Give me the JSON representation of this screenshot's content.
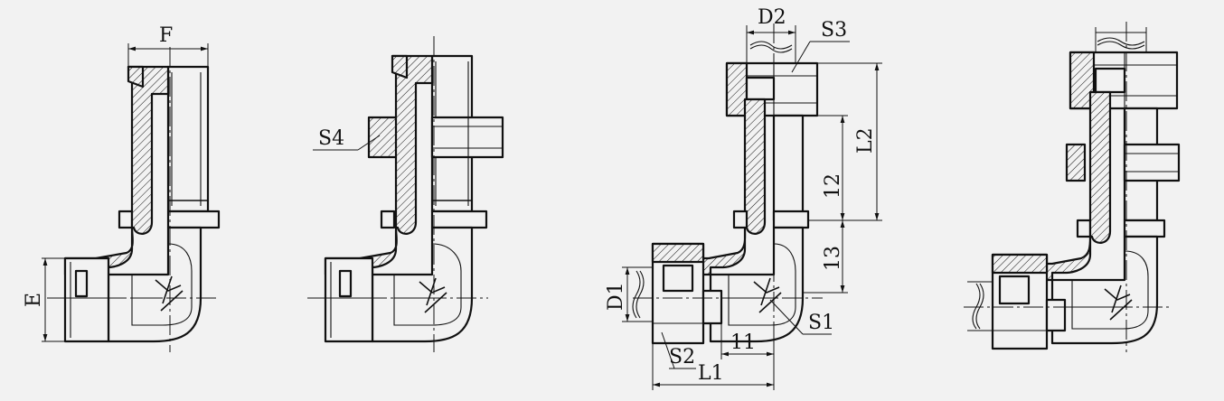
{
  "labels": {
    "F": "F",
    "E": "E",
    "S4": "S4",
    "D2": "D2",
    "S3": "S3",
    "L2": "L2",
    "l2": "12",
    "l3": "13",
    "D1": "D1",
    "S1": "S1",
    "S2": "S2",
    "l1": "11",
    "L1": "L1"
  },
  "colors": {
    "background": "#f2f2f2",
    "line": "#111111"
  }
}
